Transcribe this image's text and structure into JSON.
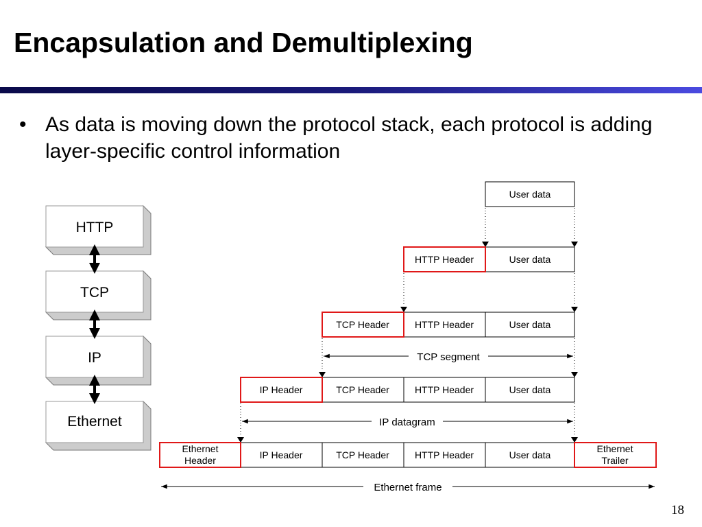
{
  "slide": {
    "title": "Encapsulation and Demultiplexing",
    "bullet": "As data is moving down the protocol stack, each protocol is adding layer-specific control information",
    "page_number": "18"
  },
  "stack": {
    "layers": [
      "HTTP",
      "TCP",
      "IP",
      "Ethernet"
    ]
  },
  "packets": {
    "user_data": "User data",
    "http_header": "HTTP Header",
    "tcp_header": "TCP Header",
    "ip_header": "IP Header",
    "ethernet_header_line1": "Ethernet",
    "ethernet_header_line2": "Header",
    "ethernet_trailer_line1": "Ethernet",
    "ethernet_trailer_line2": "Trailer"
  },
  "spans": {
    "tcp_segment": "TCP segment",
    "ip_datagram": "IP datagram",
    "ethernet_frame": "Ethernet frame"
  },
  "colors": {
    "header_highlight": "#e01818",
    "box_border": "#000000",
    "box_shadow": "#c8c8c8",
    "title_rule_dark": "#0a0a4a",
    "title_rule_light": "#4a4ae0"
  }
}
